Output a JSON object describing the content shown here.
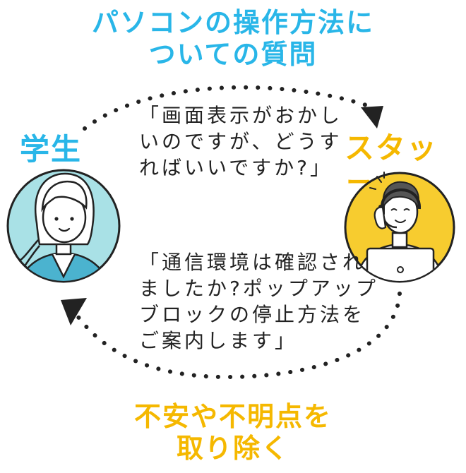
{
  "colors": {
    "student": "#29b6e8",
    "staff": "#f5b800",
    "student_bg": "#a9e1e6",
    "staff_bg": "#f7cc2f",
    "text": "#222222"
  },
  "top_title": {
    "line1": "パソコンの操作方法に",
    "line2": "ついての質問"
  },
  "student_label": "学生",
  "staff_label": "スタッフ",
  "question": {
    "line1": "「画面表示がおかし",
    "line2": "いのですが、どうす",
    "line3": "ればいいですか?」"
  },
  "answer": {
    "line1": "「通信環境は確認され",
    "line2": "ましたか?ポップアップ",
    "line3": "ブロックの停止方法を",
    "line4": "ご案内します」"
  },
  "bottom_title": {
    "line1": "不安や不明点を",
    "line2": "取り除く"
  },
  "icons": {
    "student": "student-avatar-icon",
    "staff": "staff-headset-avatar-icon"
  }
}
